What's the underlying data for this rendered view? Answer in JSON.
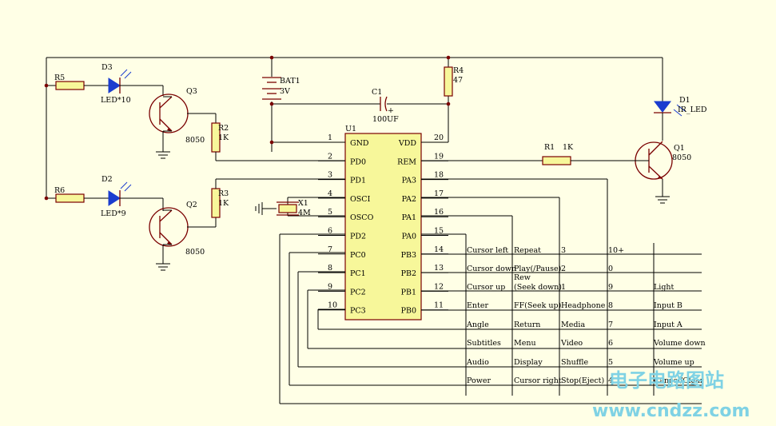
{
  "chip": {
    "ref": "U1",
    "left_pins": [
      {
        "num": "1",
        "name": "GND"
      },
      {
        "num": "2",
        "name": "PD0"
      },
      {
        "num": "3",
        "name": "PD1"
      },
      {
        "num": "4",
        "name": "OSCI"
      },
      {
        "num": "5",
        "name": "OSCO"
      },
      {
        "num": "6",
        "name": "PD2"
      },
      {
        "num": "7",
        "name": "PC0"
      },
      {
        "num": "8",
        "name": "PC1"
      },
      {
        "num": "9",
        "name": "PC2"
      },
      {
        "num": "10",
        "name": "PC3"
      }
    ],
    "right_pins": [
      {
        "num": "20",
        "name": "VDD"
      },
      {
        "num": "19",
        "name": "REM"
      },
      {
        "num": "18",
        "name": "PA3"
      },
      {
        "num": "17",
        "name": "PA2"
      },
      {
        "num": "16",
        "name": "PA1"
      },
      {
        "num": "15",
        "name": "PA0"
      },
      {
        "num": "14",
        "name": "PB3"
      },
      {
        "num": "13",
        "name": "PB2"
      },
      {
        "num": "12",
        "name": "PB1"
      },
      {
        "num": "11",
        "name": "PB0"
      }
    ]
  },
  "components": {
    "bat1": {
      "ref": "BAT1",
      "value": "3V"
    },
    "c1": {
      "ref": "C1",
      "value": "100UF",
      "polarity": "+"
    },
    "r4": {
      "ref": "R4",
      "value": "47"
    },
    "r1": {
      "ref": "R1",
      "value": "1K"
    },
    "r2": {
      "ref": "R2",
      "value": "1K"
    },
    "r3": {
      "ref": "R3",
      "value": "1K"
    },
    "r5": {
      "ref": "R5"
    },
    "r6": {
      "ref": "R6"
    },
    "d1": {
      "ref": "D1",
      "value": "IR_LED"
    },
    "d2": {
      "ref": "D2",
      "value": "LED*9"
    },
    "d3": {
      "ref": "D3",
      "value": "LED*10"
    },
    "q1": {
      "ref": "Q1",
      "value": "8050"
    },
    "q2": {
      "ref": "Q2",
      "value": "8050"
    },
    "q3": {
      "ref": "Q3",
      "value": "8050"
    },
    "x1": {
      "ref": "X1",
      "value": "4M"
    }
  },
  "key_matrix": {
    "rows": [
      [
        "Cursor left",
        "Repeat",
        "3",
        "10+",
        ""
      ],
      [
        "Cursor down",
        "Play(/Pause)",
        "2",
        "0",
        ""
      ],
      [
        "Cursor up",
        "Rew (Seek down)",
        "1",
        "9",
        "Light"
      ],
      [
        "Enter",
        "FF(Seek up)",
        "Headphone",
        "8",
        "Input B"
      ],
      [
        "Angle",
        "Return",
        "Media",
        "7",
        "Input A"
      ],
      [
        "Subtitles",
        "Menu",
        "Video",
        "6",
        "Volume down"
      ],
      [
        "Audio",
        "Display",
        "Shuffle",
        "5",
        "Volume up"
      ],
      [
        "Power",
        "Cursor right",
        "Stop(Eject)",
        "4",
        "Cancel/Clear"
      ]
    ],
    "rew_line1": "Rew",
    "rew_line2": "(Seek down)"
  },
  "watermark": {
    "line1": "电子电路图站",
    "line2": "www.cndzz.com"
  }
}
